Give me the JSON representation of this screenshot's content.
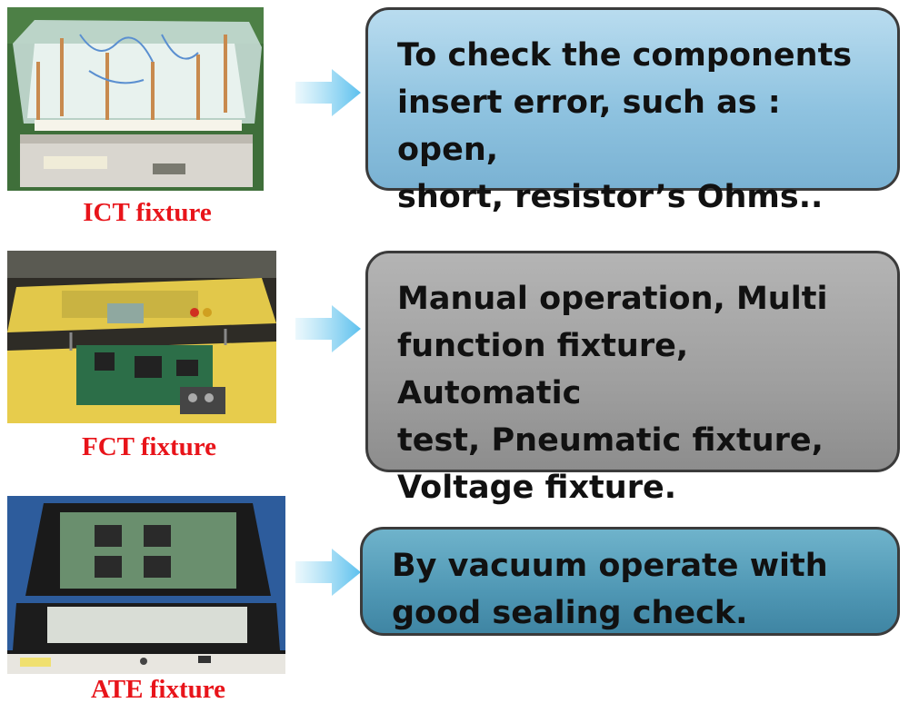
{
  "rows": [
    {
      "caption": "ICT fixture",
      "description": [
        "To check the components",
        "insert error,  such as : open,",
        "short, resistor’s Ohms.."
      ]
    },
    {
      "caption": "FCT fixture",
      "description": [
        "Manual operation, Multi",
        "function fixture, Automatic",
        "test, Pneumatic fixture,",
        "Voltage fixture."
      ]
    },
    {
      "caption": "ATE fixture",
      "description": [
        "By vacuum operate with",
        "good sealing check."
      ]
    }
  ],
  "colors": {
    "caption": "#e8141a",
    "box_ict": "#8fc3e0",
    "box_fct": "#9f9f9f",
    "box_ate": "#4f97b4",
    "arrow": "#7fd0f0"
  }
}
